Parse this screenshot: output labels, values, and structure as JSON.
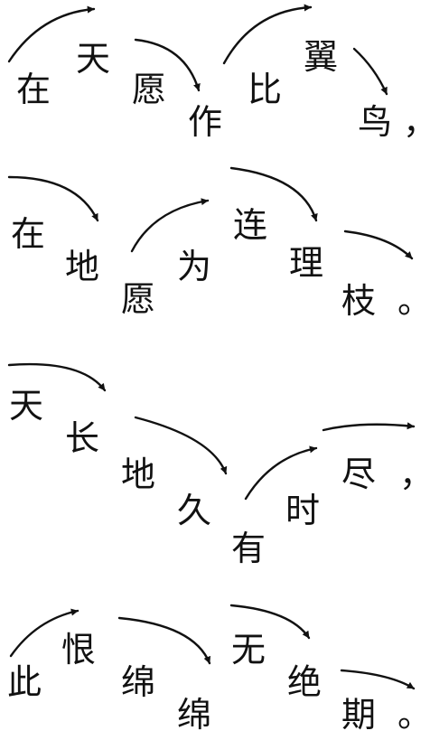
{
  "poem": {
    "lines": [
      {
        "chars": [
          "在",
          "天",
          "愿",
          "作",
          "比",
          "翼",
          "鸟",
          "，"
        ]
      },
      {
        "chars": [
          "在",
          "地",
          "愿",
          "为",
          "连",
          "理",
          "枝",
          "。"
        ]
      },
      {
        "chars": [
          "天",
          "长",
          "地",
          "久",
          "有",
          "时",
          "尽",
          "，"
        ]
      },
      {
        "chars": [
          "此",
          "恨",
          "绵",
          "绵",
          "无",
          "绝",
          "期",
          "。"
        ]
      }
    ]
  },
  "colors": {
    "ink": "#111111",
    "background": "#ffffff"
  }
}
